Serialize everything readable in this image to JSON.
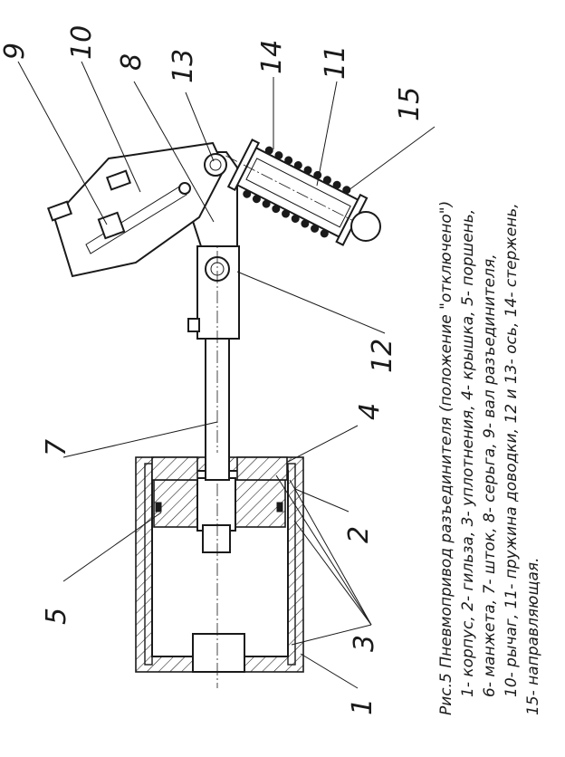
{
  "figure": {
    "caption": {
      "title": "Рис.5 Пневмопривод разъединителя (положение \"отключено\")",
      "legend_lines": [
        "1- корпус, 2- гильза, 3- уплотнения, 4- крышка, 5- поршень,",
        "6- манжета, 7- шток, 8- серьга, 9- вал разъединителя,",
        "10- рычаг, 11- пружина доводки, 12 и 13- ось, 14- стержень,",
        "15- направляющая."
      ]
    },
    "callouts": [
      "1",
      "2",
      "3",
      "4",
      "5",
      "7",
      "8",
      "9",
      "10",
      "11",
      "12",
      "13",
      "14",
      "15"
    ]
  }
}
